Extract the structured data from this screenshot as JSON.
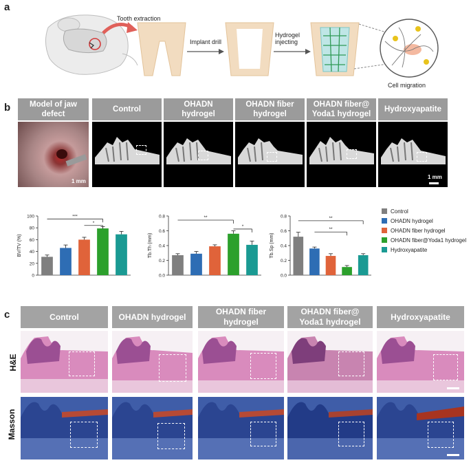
{
  "panels": {
    "a": "a",
    "b": "b",
    "c": "c"
  },
  "schematic": {
    "tooth_extraction": "Tooth extraction",
    "implant_drill": "Implant drill",
    "hydrogel_injecting": "Hydrogel\ninjecting",
    "cell_migration": "Cell migration"
  },
  "ct_panel": {
    "headers": [
      "Model of jaw\ndefect",
      "Control",
      "OHADN\nhydrogel",
      "OHADN fiber\nhydrogel",
      "OHADN fiber@\nYoda1 hydrogel",
      "Hydroxyapatite"
    ],
    "scale_photo": "1 mm",
    "scale_ct": "1 mm"
  },
  "histology": {
    "headers": [
      "Control",
      "OHADN hydrogel",
      "OHADN fiber\nhydrogel",
      "OHADN fiber@\nYoda1 hydrogel",
      "Hydroxyapatite"
    ],
    "row_labels": [
      "H&E",
      "Masson"
    ]
  },
  "legend": {
    "items": [
      {
        "label": "Control",
        "color": "#7f7f7f"
      },
      {
        "label": "OHADN hydrogel",
        "color": "#2e6db4"
      },
      {
        "label": "OHADN fiber hydrogel",
        "color": "#e0633a"
      },
      {
        "label": "OHADN fiber@Yoda1 hydrogel",
        "color": "#2ca02c"
      },
      {
        "label": "Hydroxyapatite",
        "color": "#1a9a93"
      }
    ]
  },
  "chart_data": [
    {
      "type": "bar",
      "ylabel": "BV/TV (%)",
      "categories": [
        "Control",
        "OHADN hydrogel",
        "OHADN fiber hydrogel",
        "OHADN fiber@Yoda1 hydrogel",
        "Hydroxyapatite"
      ],
      "values": [
        31,
        46,
        60,
        79,
        69
      ],
      "errors": [
        3,
        5,
        4,
        3,
        5
      ],
      "ylim": [
        0,
        100
      ],
      "yticks": [
        "0",
        "20",
        "40",
        "60",
        "80",
        "100"
      ],
      "significance": [
        "***",
        "*"
      ]
    },
    {
      "type": "bar",
      "ylabel": "Tb.Th (mm)",
      "categories": [
        "Control",
        "OHADN hydrogel",
        "OHADN fiber hydrogel",
        "OHADN fiber@Yoda1 hydrogel",
        "Hydroxyapatite"
      ],
      "values": [
        0.27,
        0.29,
        0.39,
        0.56,
        0.41
      ],
      "errors": [
        0.02,
        0.03,
        0.02,
        0.04,
        0.05
      ],
      "ylim": [
        0,
        0.8
      ],
      "yticks": [
        "0.0",
        "0.2",
        "0.4",
        "0.6",
        "0.8"
      ],
      "significance": [
        "**",
        "*"
      ]
    },
    {
      "type": "bar",
      "ylabel": "Tb.Sp (mm)",
      "categories": [
        "Control",
        "OHADN hydrogel",
        "OHADN fiber hydrogel",
        "OHADN fiber@Yoda1 hydrogel",
        "Hydroxyapatite"
      ],
      "values": [
        0.52,
        0.36,
        0.26,
        0.11,
        0.27
      ],
      "errors": [
        0.06,
        0.02,
        0.03,
        0.02,
        0.02
      ],
      "ylim": [
        0,
        0.8
      ],
      "yticks": [
        "0.0",
        "0.2",
        "0.4",
        "0.6",
        "0.8"
      ],
      "significance": [
        "**",
        "**"
      ]
    }
  ]
}
